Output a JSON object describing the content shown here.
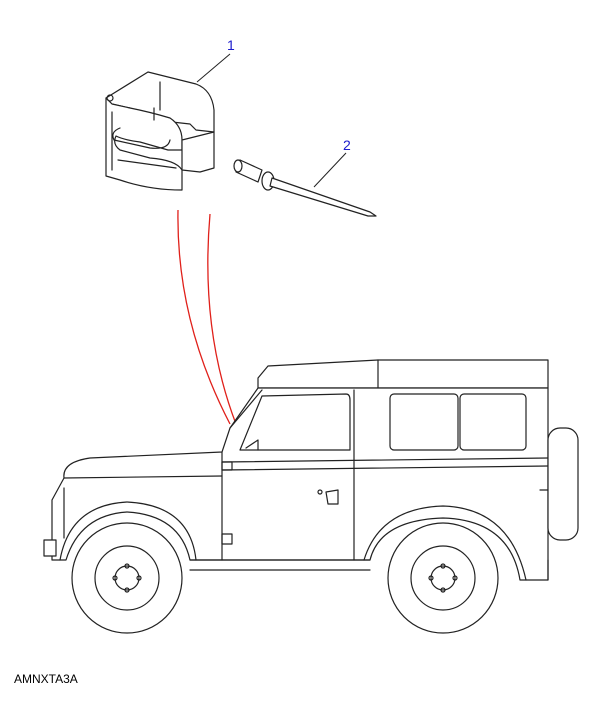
{
  "diagram": {
    "callouts": [
      {
        "number": "1",
        "part": "clip"
      },
      {
        "number": "2",
        "part": "rivet"
      }
    ],
    "illustration_code": "AMNXTA3A",
    "colors": {
      "callout": "#1a1acc",
      "location_line": "#e0201a"
    }
  }
}
